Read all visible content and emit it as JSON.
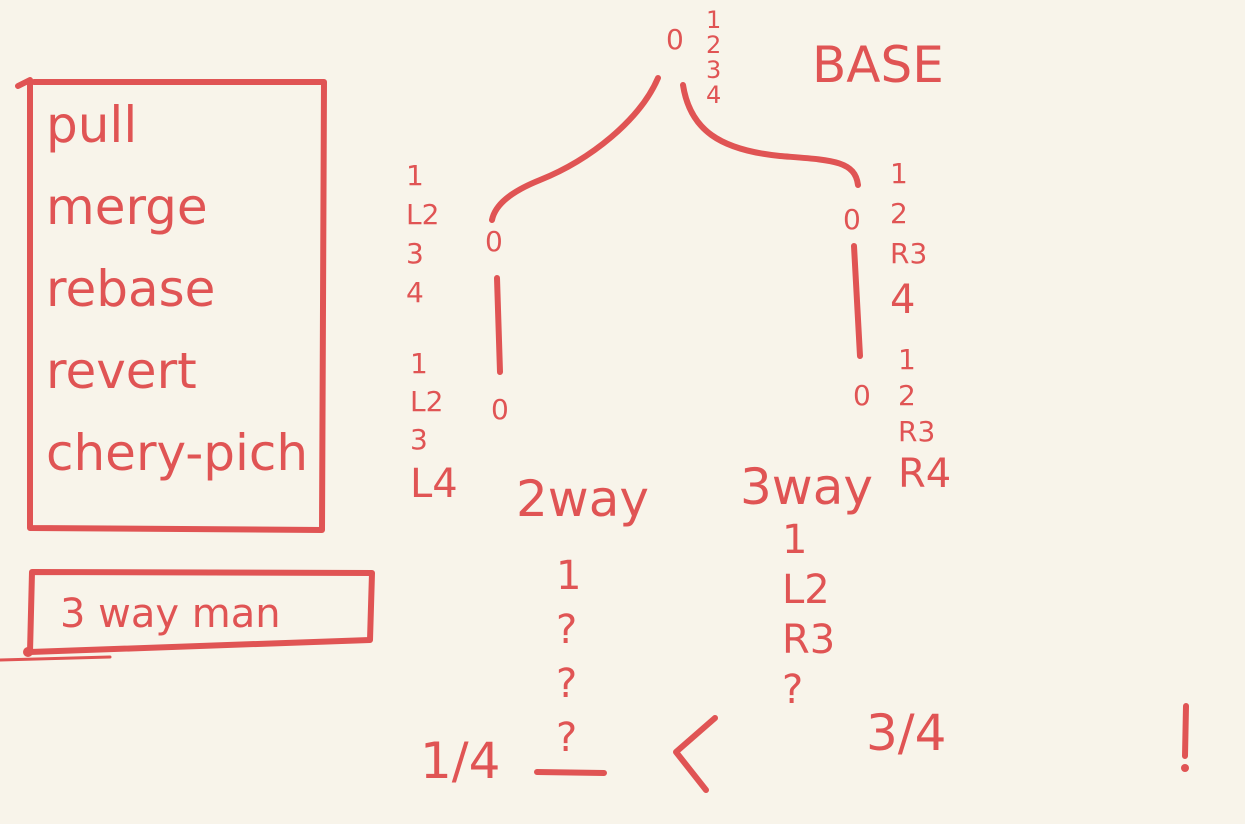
{
  "accent_color": "#e05454",
  "background_color": "#f8f4ea",
  "commands": [
    "pull",
    "merge",
    "rebase",
    "revert",
    "chery-pich"
  ],
  "note_box": "3 way man",
  "base": {
    "label": "BASE",
    "node": "0",
    "lines": [
      "1",
      "2",
      "3",
      "4"
    ]
  },
  "left_top": {
    "lines": [
      "1",
      "L2",
      "3",
      "4"
    ],
    "node": "0"
  },
  "left_bottom": {
    "lines": [
      "1",
      "L2",
      "3",
      "L4"
    ],
    "node": "0"
  },
  "right_top": {
    "lines": [
      "1",
      "2",
      "R3",
      "4"
    ],
    "node": "0"
  },
  "right_bottom": {
    "lines": [
      "1",
      "2",
      "R3",
      "R4"
    ],
    "node": "0"
  },
  "two_way": {
    "label": "2way",
    "lines": [
      "1",
      "?",
      "?",
      "?"
    ]
  },
  "three_way": {
    "label": "3way",
    "lines": [
      "1",
      "L2",
      "R3",
      "?"
    ]
  },
  "comparison": {
    "left": "1/4",
    "operator": "<",
    "right": "3/4",
    "exclaim": "!"
  }
}
